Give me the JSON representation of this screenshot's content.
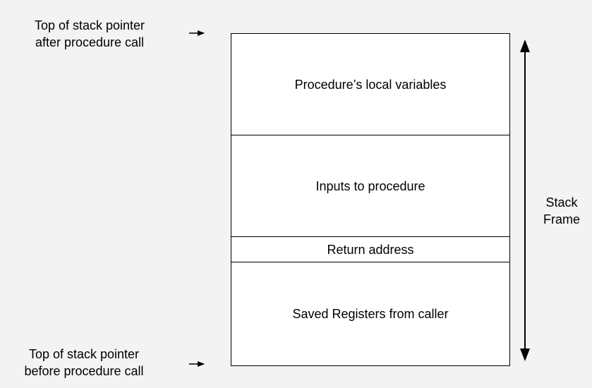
{
  "labels": {
    "top_pointer": [
      "Top of stack pointer",
      "after procedure call"
    ],
    "bottom_pointer": [
      "Top of stack pointer",
      "before procedure call"
    ],
    "stack_frame": [
      "Stack",
      "Frame"
    ]
  },
  "stack": {
    "sections": [
      "Procedure’s local variables",
      "Inputs to procedure",
      "Return address",
      "Saved Registers from caller"
    ]
  }
}
